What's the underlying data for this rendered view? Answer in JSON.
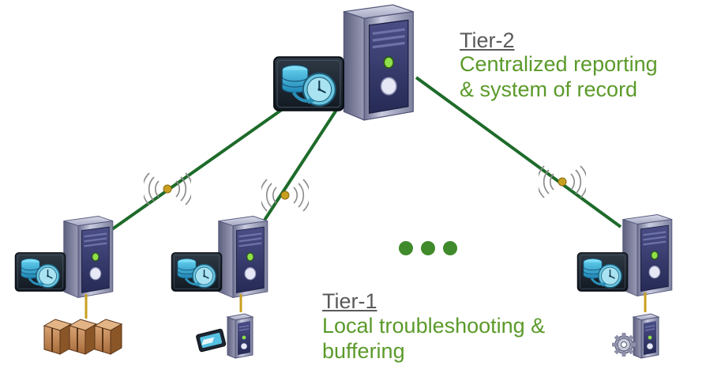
{
  "colors": {
    "link": "#1e6b2a",
    "wireless": "#8a8a8a",
    "node": "#c8a020",
    "server_body": "#8e91ad",
    "server_face": "#3a3d70",
    "accent_green": "#5b9a2a",
    "heading_gray": "#5a5a5a"
  },
  "tier2": {
    "heading": "Tier-2",
    "line1": "Centralized reporting",
    "line2": "& system of record"
  },
  "tier1": {
    "heading": "Tier-1",
    "line1": "Local troubleshooting &",
    "line2": "buffering"
  },
  "icons": [
    "server-tower-icon",
    "database-clock-icon",
    "wireless-signal-icon",
    "package-boxes-icon",
    "card-reader-server-icon",
    "gear-server-icon",
    "ellipsis-dots-icon"
  ]
}
